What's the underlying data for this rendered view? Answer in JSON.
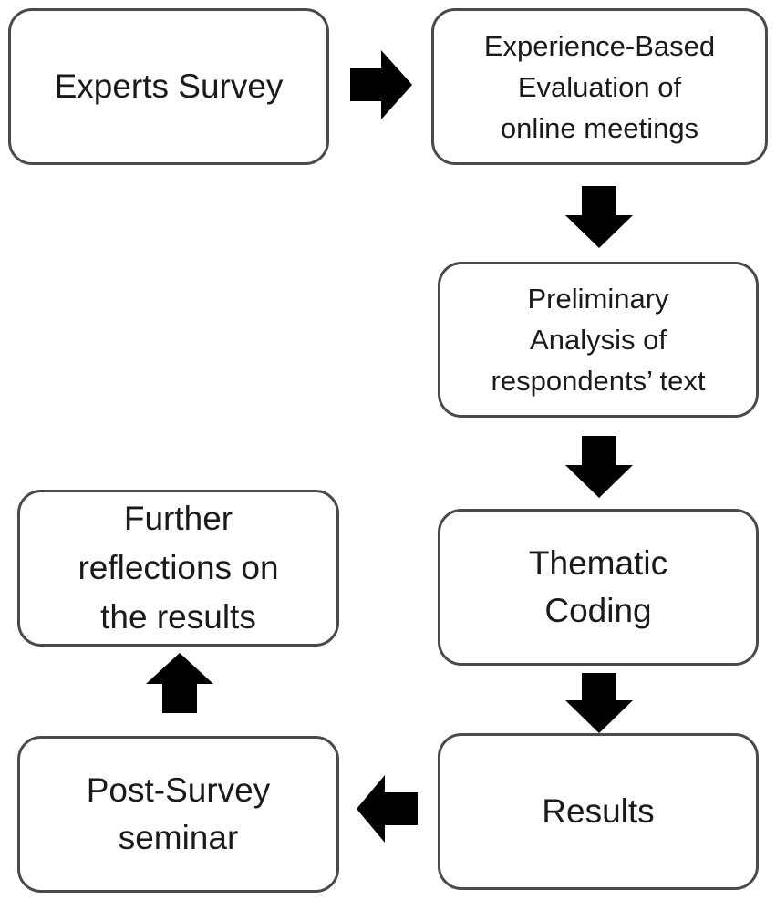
{
  "diagram": {
    "steps": {
      "experts_survey": "Experts Survey",
      "experience_evaluation": "Experience-Based\nEvaluation of\nonline meetings",
      "preliminary_analysis": "Preliminary\nAnalysis of\nrespondents’ text",
      "thematic_coding": "Thematic\nCoding",
      "results": "Results",
      "post_survey_seminar": "Post-Survey\nseminar",
      "further_reflections": "Further\nreflections on\nthe results"
    },
    "flow": [
      [
        "experts_survey",
        "experience_evaluation"
      ],
      [
        "experience_evaluation",
        "preliminary_analysis"
      ],
      [
        "preliminary_analysis",
        "thematic_coding"
      ],
      [
        "thematic_coding",
        "results"
      ],
      [
        "results",
        "post_survey_seminar"
      ],
      [
        "post_survey_seminar",
        "further_reflections"
      ]
    ],
    "colors": {
      "box_border": "#4a4a4a",
      "box_fill": "#ffffff",
      "arrow_fill": "#000000",
      "text": "#1a1a1a"
    },
    "icons": {
      "arrow_right": "arrow-right-icon",
      "arrow_down": "arrow-down-icon",
      "arrow_left": "arrow-left-icon",
      "arrow_up": "arrow-up-icon"
    }
  }
}
